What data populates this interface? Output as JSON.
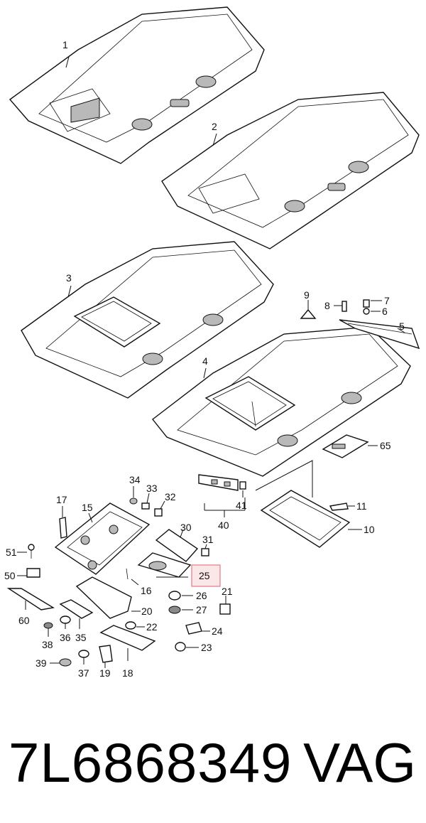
{
  "callouts": [
    "1",
    "2",
    "3",
    "4",
    "5",
    "6",
    "7",
    "8",
    "9",
    "10",
    "11",
    "15",
    "16",
    "17",
    "18",
    "19",
    "20",
    "21",
    "22",
    "23",
    "24",
    "25",
    "26",
    "27",
    "30",
    "31",
    "32",
    "33",
    "34",
    "35",
    "36",
    "37",
    "38",
    "39",
    "40",
    "41",
    "50",
    "51",
    "60",
    "65"
  ],
  "highlighted_callout": "25",
  "highlight_color": "#e07a86",
  "footer": {
    "part_number": "7L6868349",
    "brand": "VAG"
  }
}
